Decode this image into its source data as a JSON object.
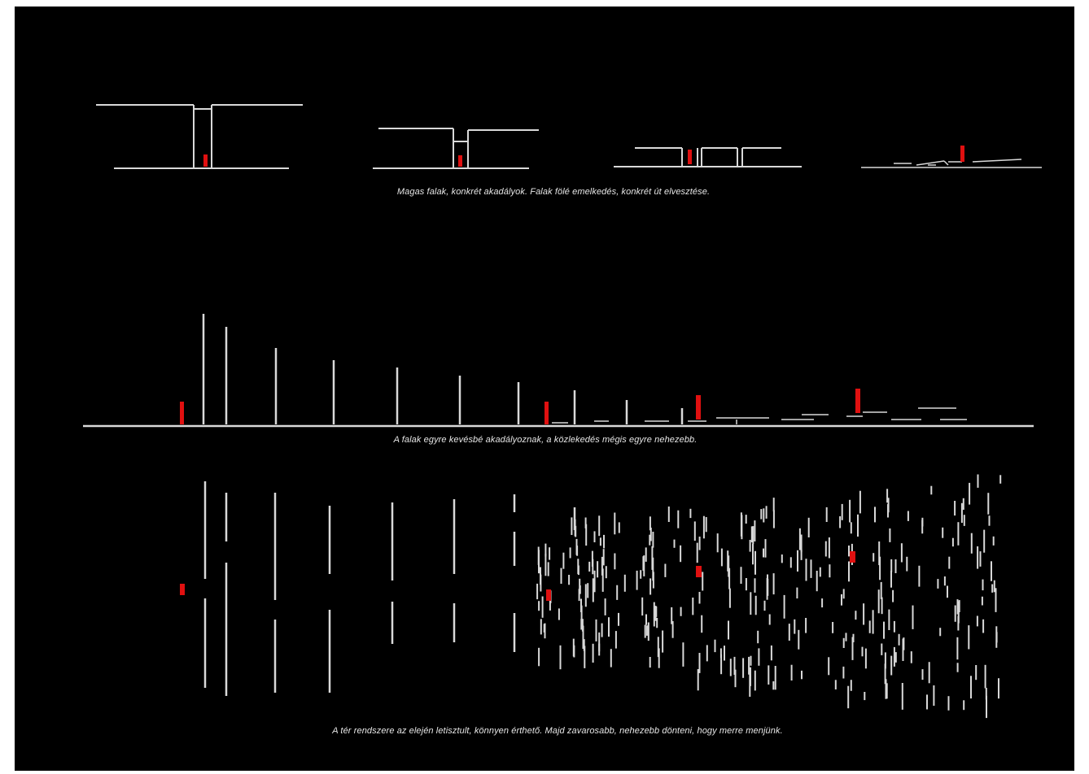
{
  "captions": {
    "top": "Magas falak, konkrét akadályok. Falak fölé emelkedés, konkrét út elvesztése.",
    "middle": "A falak egyre kevésbé akadályoznak, a közlekedés mégis egyre nehezebb.",
    "bottom": "A tér rendszere az elején letisztult, könnyen érthető. Majd zavarosabb, nehezebb dönteni, hogy merre menjünk."
  },
  "colors": {
    "background": "#000000",
    "wall": "#d9d9d9",
    "figure": "#e01010"
  }
}
